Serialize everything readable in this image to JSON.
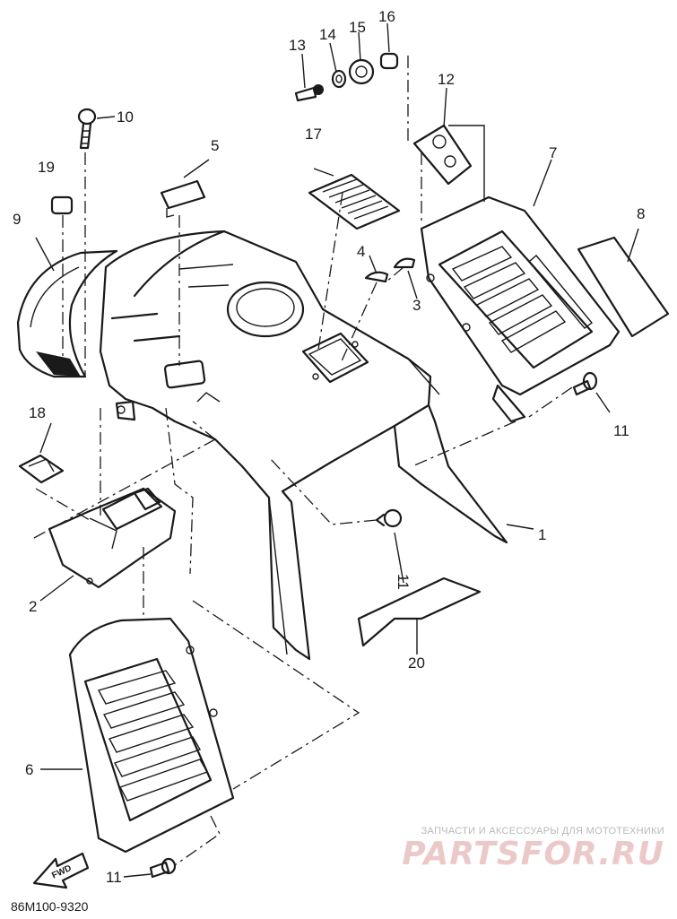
{
  "callouts": [
    "1",
    "2",
    "3",
    "4",
    "5",
    "6",
    "7",
    "8",
    "9",
    "10",
    "11",
    "11",
    "11",
    "12",
    "13",
    "14",
    "15",
    "16",
    "17",
    "18",
    "19",
    "20"
  ],
  "direction_label": "FWD",
  "drawing_code": "86M100-9320",
  "watermark": {
    "tagline": "ЗАПЧАСТИ И АКСЕССУАРЫ ДЛЯ МОТОТЕХНИКИ",
    "brand": "PARTSFOR.RU"
  },
  "colors": {
    "ink": "#1a1a1a",
    "watermark": "#ecc9c9"
  }
}
